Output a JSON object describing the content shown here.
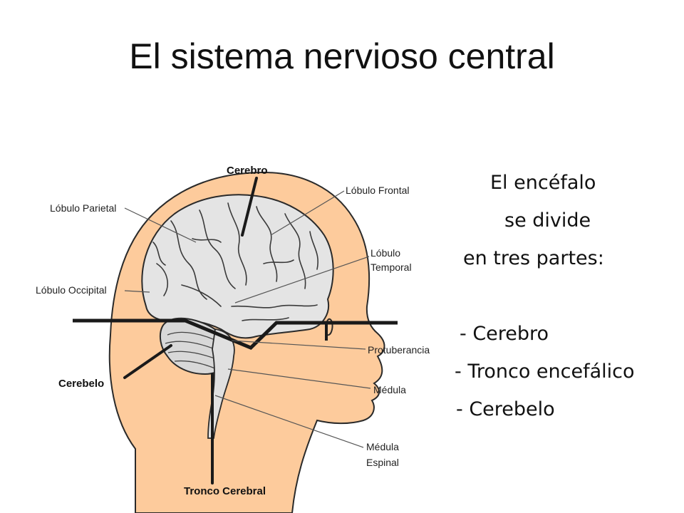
{
  "slide": {
    "title": "El sistema nervioso central"
  },
  "diagram": {
    "labels": {
      "cerebro": "Cerebro",
      "lobulo_frontal": "Lóbulo Frontal",
      "lobulo_parietal": "Lóbulo Parietal",
      "lobulo_temporal_1": "Lóbulo",
      "lobulo_temporal_2": "Temporal",
      "lobulo_occipital": "Lóbulo Occipital",
      "protuberancia": "Protuberancia",
      "cerebelo": "Cerebelo",
      "medula": "Médula",
      "medula_espinal_1": "Médula",
      "medula_espinal_2": "Espinal",
      "tronco_cerebral": "Tronco Cerebral"
    },
    "colors": {
      "skin": "#FDCB9C",
      "brain": "#E4E4E4",
      "outline": "#2A2A2A",
      "leader": "#555555"
    }
  },
  "text": {
    "line1": "El encéfalo",
    "line2": "se divide",
    "line3": "en tres partes:",
    "item1": "- Cerebro",
    "item2": "- Tronco encefálico",
    "item3": "- Cerebelo"
  }
}
